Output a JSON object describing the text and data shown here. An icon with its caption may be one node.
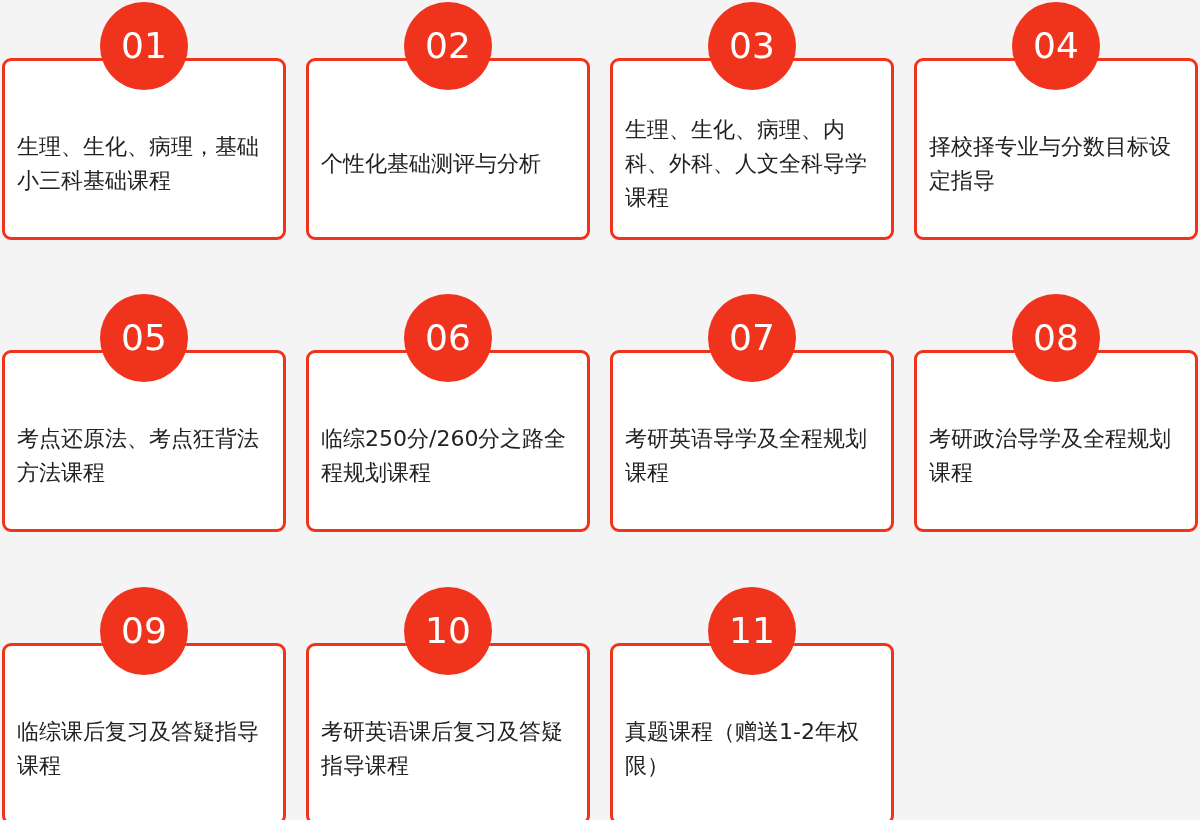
{
  "diagram": {
    "nodes": [
      {
        "text": [
          "01"
        ]
      },
      {
        "text": [
          "生理、生化、病理，基础小三科基础课程"
        ]
      },
      {
        "text": [
          "02"
        ]
      },
      {
        "text": [
          "个性化基础测评与分析"
        ]
      },
      {
        "text": [
          "03"
        ]
      },
      {
        "text": [
          "生理、生化、病理、内科、外科、人文全科导学课程"
        ]
      },
      {
        "text": [
          "04"
        ]
      },
      {
        "text": [
          "择校择专业与分数目标设定指导"
        ]
      },
      {
        "text": [
          "05"
        ]
      },
      {
        "text": [
          "考点还原法、考点狂背法方法课程"
        ]
      },
      {
        "text": [
          "06"
        ]
      },
      {
        "text": [
          "临综250分/260分之路全程规划课程"
        ]
      },
      {
        "text": [
          "07"
        ]
      },
      {
        "text": [
          "考研英语导学及全程规划课程"
        ]
      },
      {
        "text": [
          "08"
        ]
      },
      {
        "text": [
          "考研政治导学及全程规划课程"
        ]
      },
      {
        "text": [
          "09"
        ]
      },
      {
        "text": [
          "临综课后复习及答疑指导课程"
        ]
      },
      {
        "text": [
          "10"
        ]
      },
      {
        "text": [
          "考研英语课后复习及答疑指导课程"
        ]
      },
      {
        "text": [
          "11"
        ]
      },
      {
        "text": [
          "真题课程（赠送1-2年权限）"
        ]
      }
    ],
    "edges": []
  }
}
